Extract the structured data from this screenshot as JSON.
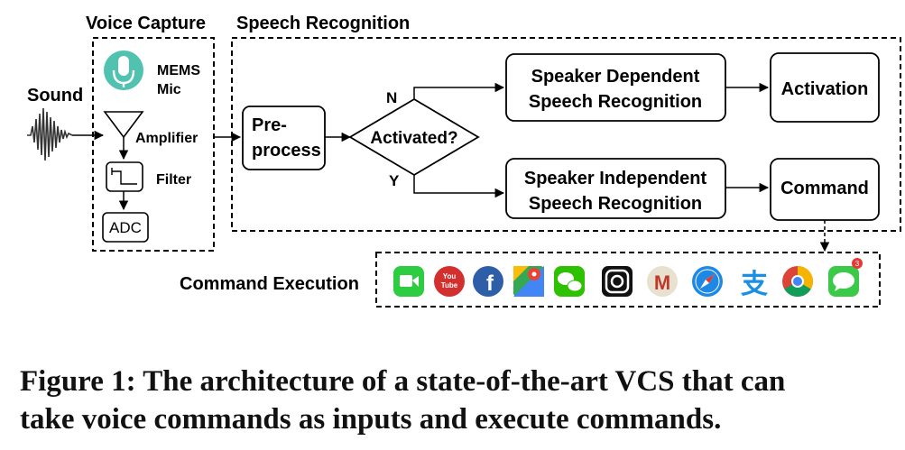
{
  "sections": {
    "voice_capture": "Voice Capture",
    "speech_recognition": "Speech Recognition",
    "command_execution": "Command Execution"
  },
  "input": {
    "sound": "Sound"
  },
  "voice_capture": {
    "mic_line1": "MEMS",
    "mic_line2": "Mic",
    "amplifier": "Amplifier",
    "filter": "Filter",
    "adc": "ADC"
  },
  "speech_recognition": {
    "preprocess_line1": "Pre-",
    "preprocess_line2": "process",
    "decision": "Activated?",
    "branch_no": "N",
    "branch_yes": "Y",
    "dependent_line1": "Speaker Dependent",
    "dependent_line2": "Speech Recognition",
    "independent_line1": "Speaker Independent",
    "independent_line2": "Speech Recognition",
    "activation": "Activation",
    "command": "Command"
  },
  "apps": [
    {
      "icon": "facetime-icon",
      "color": "#2ecc40"
    },
    {
      "icon": "youtube-icon",
      "color": "#d32f2f",
      "text": "You Tube"
    },
    {
      "icon": "facebook-icon",
      "color": "#2f5ea8",
      "text": "f"
    },
    {
      "icon": "google-maps-icon",
      "color": "#34a853"
    },
    {
      "icon": "wechat-icon",
      "color": "#2dc100"
    },
    {
      "icon": "instagram-icon",
      "color": "#111111"
    },
    {
      "icon": "gmail-icon",
      "color": "#c0392b",
      "text": "M"
    },
    {
      "icon": "safari-icon",
      "color": "#1e88e5"
    },
    {
      "icon": "alipay-icon",
      "color": "#1a8fe3",
      "text": "支"
    },
    {
      "icon": "chrome-icon",
      "color": "#db4437"
    },
    {
      "icon": "messages-icon",
      "color": "#3ac949",
      "badge": "3"
    }
  ],
  "caption": {
    "line1": "Figure 1: The architecture of a state-of-the-art VCS that can",
    "line2": "take voice commands as inputs and execute commands."
  }
}
